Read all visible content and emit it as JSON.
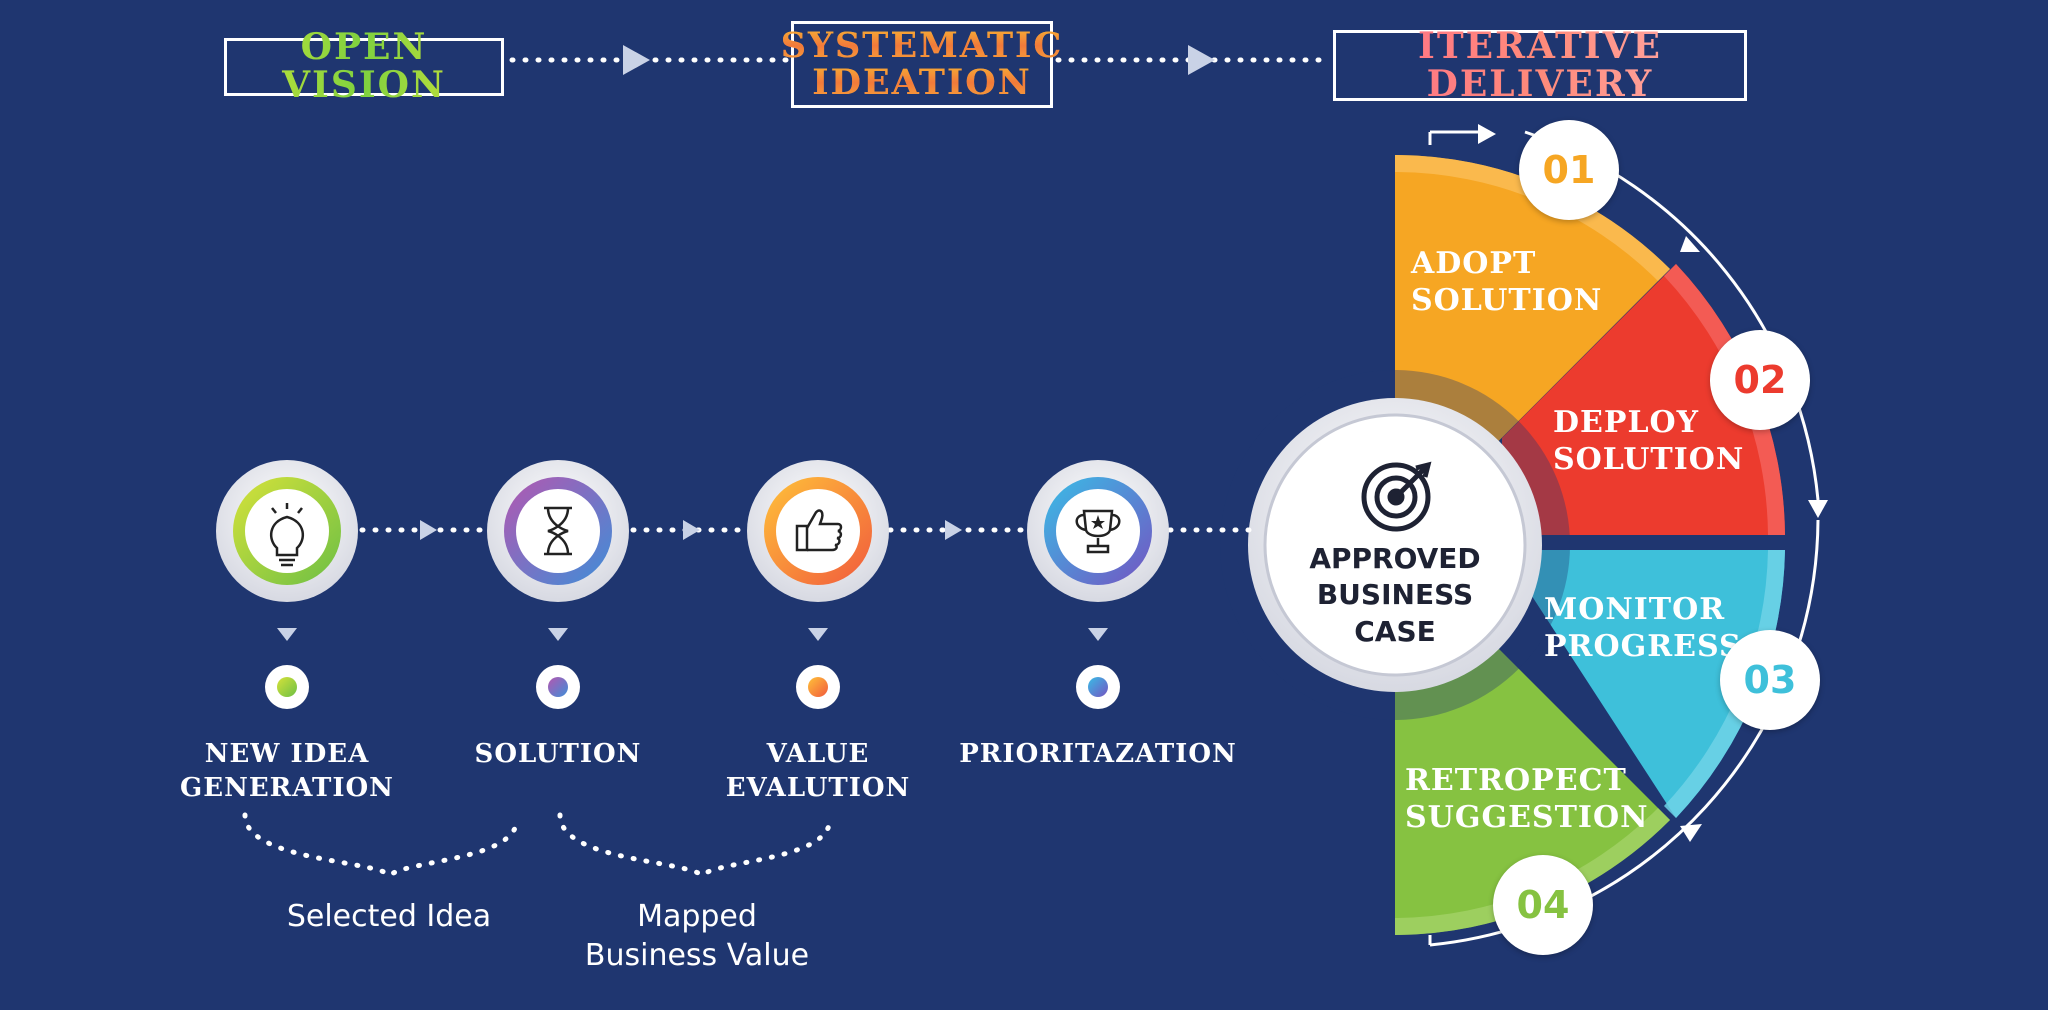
{
  "header": {
    "stage1": "OPEN VISION",
    "stage2_line1": "SYSTEMATIC",
    "stage2_line2": "IDEATION",
    "stage3": "ITERATIVE DELIVERY"
  },
  "steps": [
    {
      "line1": "NEW IDEA",
      "line2": "GENERATION",
      "icon": "lightbulb-icon",
      "color_a": "#c6dd3a",
      "color_b": "#7fc241"
    },
    {
      "line1": "SOLUTION",
      "line2": "",
      "icon": "hourglass-icon",
      "color_a": "#a25bb5",
      "color_b": "#4d8fd8"
    },
    {
      "line1": "VALUE",
      "line2": "EVALUTION",
      "icon": "thumbs-up-icon",
      "color_a": "#ffb13b",
      "color_b": "#f26a3f"
    },
    {
      "line1": "PRIORITAZATION",
      "line2": "",
      "icon": "trophy-icon",
      "color_a": "#46b5e8",
      "color_b": "#6d59c4"
    }
  ],
  "brackets": {
    "first": {
      "line1": "Selected Idea",
      "line2": ""
    },
    "second": {
      "line1": "Mapped",
      "line2": "Business Value"
    }
  },
  "center": {
    "line1": "APPROVED",
    "line2": "BUSINESS",
    "line3": "CASE",
    "icon": "target-icon"
  },
  "cycle": [
    {
      "number": "01",
      "line1": "ADOPT",
      "line2": "SOLUTION",
      "color": "#f6a623"
    },
    {
      "number": "02",
      "line1": "DEPLOY",
      "line2": "SOLUTION",
      "color": "#ec3b2e"
    },
    {
      "number": "03",
      "line1": "MONITOR",
      "line2": "PROGRESS",
      "color": "#3ec0da"
    },
    {
      "number": "04",
      "line1": "RETROPECT",
      "line2": "SUGGESTION",
      "color": "#86c241"
    }
  ],
  "colors": {
    "background": "#1f3670",
    "connector": "#ffffff"
  }
}
